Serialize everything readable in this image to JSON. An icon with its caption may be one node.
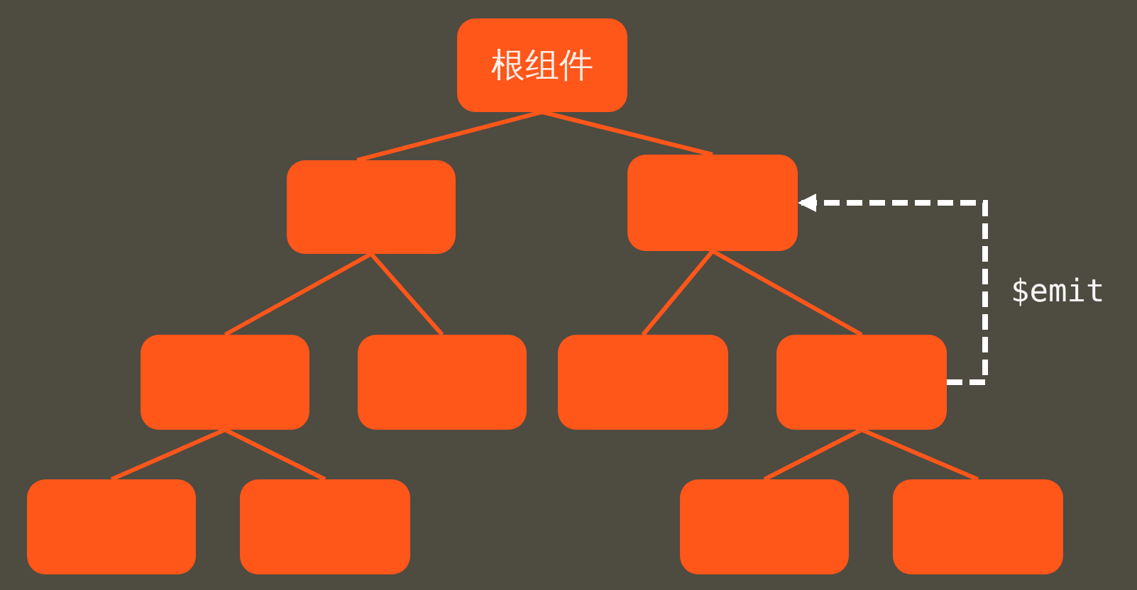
{
  "diagram": {
    "nodes": [
      {
        "text": [
          "根组件"
        ]
      },
      {
        "text": [],
        "shape": "box"
      },
      {
        "text": [],
        "shape": "box"
      },
      {
        "text": [],
        "shape": "box"
      },
      {
        "text": [],
        "shape": "box"
      },
      {
        "text": [],
        "shape": "box"
      },
      {
        "text": [],
        "shape": "box"
      },
      {
        "text": [],
        "shape": "box"
      },
      {
        "text": [],
        "shape": "box"
      },
      {
        "text": [],
        "shape": "box"
      },
      {
        "text": [],
        "shape": "box"
      }
    ],
    "edges": [
      {
        "from": 0,
        "to": 1,
        "arrow": "none"
      },
      {
        "from": 0,
        "to": 2,
        "arrow": "none"
      },
      {
        "from": 1,
        "to": 3,
        "arrow": "none"
      },
      {
        "from": 1,
        "to": 4,
        "arrow": "none"
      },
      {
        "from": 2,
        "to": 5,
        "arrow": "none"
      },
      {
        "from": 2,
        "to": 6,
        "arrow": "none"
      },
      {
        "from": 3,
        "to": 7,
        "arrow": "none"
      },
      {
        "from": 3,
        "to": 8,
        "arrow": "none"
      },
      {
        "from": 6,
        "to": 9,
        "arrow": "none"
      },
      {
        "from": 6,
        "to": 10,
        "arrow": "none"
      },
      {
        "from": 6,
        "to": 2,
        "arrow": "to",
        "label": "$emit",
        "style": "dashed",
        "color": "#ffffff"
      }
    ]
  }
}
